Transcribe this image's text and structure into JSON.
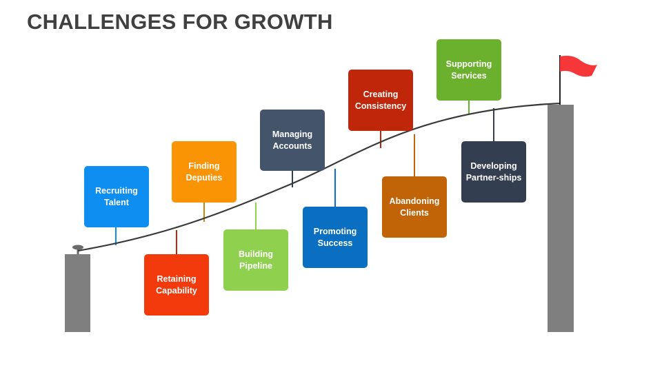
{
  "title": "CHALLENGES FOR GROWTH",
  "steps": [
    {
      "line1": "Recruiting",
      "line2": "Talent",
      "color": "#0d8ef0"
    },
    {
      "line1": "Retaining",
      "line2": "Capability",
      "color": "#f23a0c"
    },
    {
      "line1": "Finding",
      "line2": "Deputies",
      "color": "#fb9405"
    },
    {
      "line1": "Building",
      "line2": "Pipeline",
      "color": "#8fd14f"
    },
    {
      "line1": "Managing",
      "line2": "Accounts",
      "color": "#44546a"
    },
    {
      "line1": "Promoting",
      "line2": "Success",
      "color": "#0b6fc1"
    },
    {
      "line1": "Creating",
      "line2": "Consistency",
      "color": "#c0260a"
    },
    {
      "line1": "Abandoning",
      "line2": "Clients",
      "color": "#c16407"
    },
    {
      "line1": "Supporting",
      "line2": "Services",
      "color": "#6cb12e"
    },
    {
      "line1": "Developing",
      "line2": "Partner-ships",
      "color": "#333f50"
    }
  ],
  "colors": {
    "title": "#404040",
    "pillar": "#7f7f7f",
    "curve": "#3a3a3a",
    "flag": "#f5373a"
  },
  "icons": {
    "start": "anchor-hook-icon",
    "end": "flag-icon"
  }
}
